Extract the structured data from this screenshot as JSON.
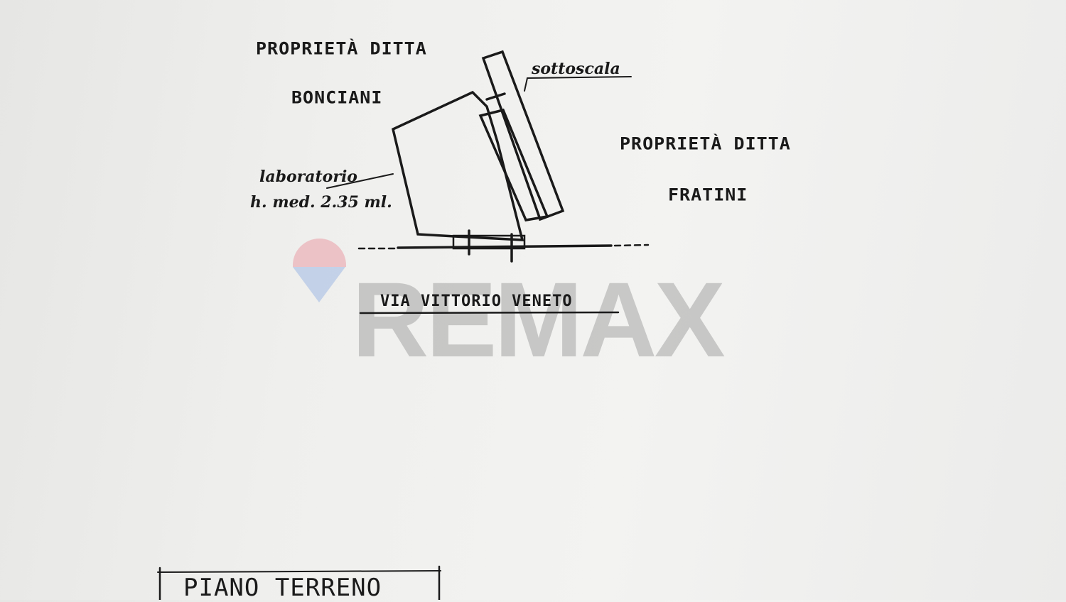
{
  "labels": {
    "owner_left_1": "PROPRIETÀ DITTA",
    "owner_left_2": "BONCIANI",
    "owner_right_1": "PROPRIETÀ DITTA",
    "owner_right_2": "FRATINI",
    "under_stairs": "sottoscala",
    "room_name": "laboratorio",
    "room_height": "h. med. 2.35 ml.",
    "street": "VIA VITTORIO VENETO",
    "floor_title": "PIANO TERRENO"
  },
  "watermark": "REMAX",
  "colors": {
    "ink": "#1a1a1a",
    "logo_red": "#e8a0a8",
    "logo_blue": "#8fb0e0"
  }
}
